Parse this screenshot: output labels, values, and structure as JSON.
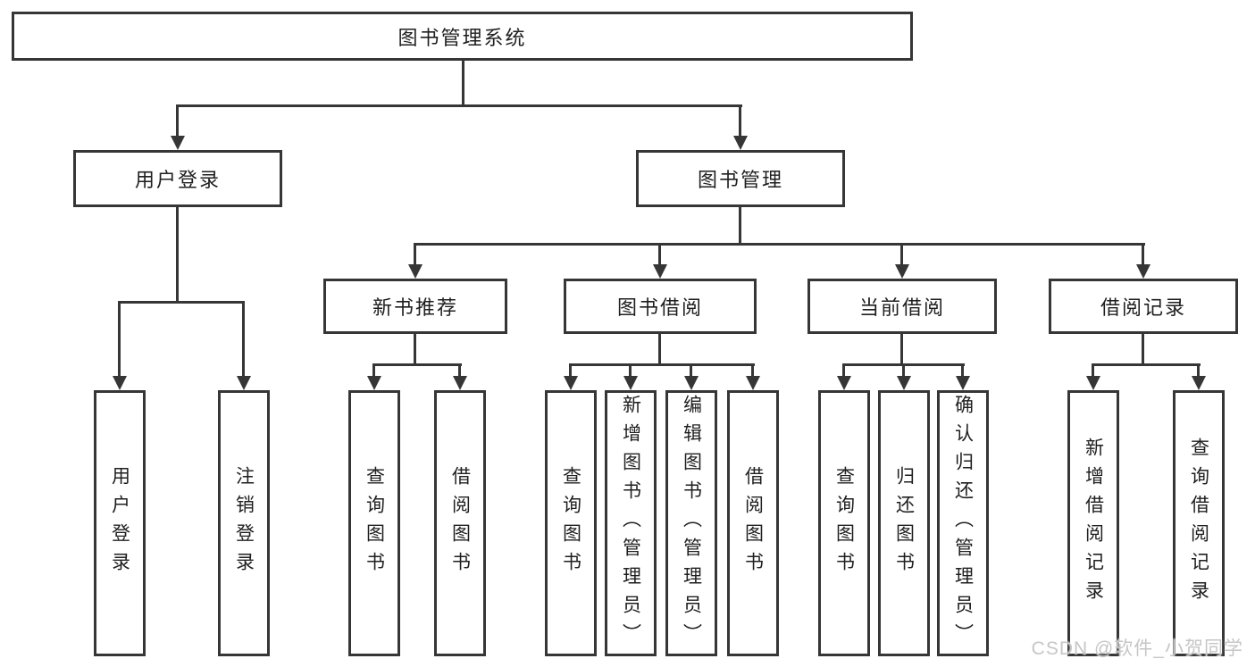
{
  "diagram": {
    "title": "图书管理系统",
    "tree": {
      "root": {
        "label": "图书管理系统"
      },
      "branches": [
        {
          "label": "用户登录",
          "children": [
            {
              "label": "用户登录"
            },
            {
              "label": "注销登录"
            }
          ]
        },
        {
          "label": "图书管理",
          "children": [
            {
              "label": "新书推荐",
              "children": [
                {
                  "label": "查询图书"
                },
                {
                  "label": "借阅图书"
                }
              ]
            },
            {
              "label": "图书借阅",
              "children": [
                {
                  "label": "查询图书"
                },
                {
                  "label": "新增图书（管理员）"
                },
                {
                  "label": "编辑图书（管理员）"
                },
                {
                  "label": "借阅图书"
                }
              ]
            },
            {
              "label": "当前借阅",
              "children": [
                {
                  "label": "查询图书"
                },
                {
                  "label": "归还图书"
                },
                {
                  "label": "确认归还（管理员）"
                }
              ]
            },
            {
              "label": "借阅记录",
              "children": [
                {
                  "label": "新增借阅记录"
                },
                {
                  "label": "查询借阅记录"
                }
              ]
            }
          ]
        }
      ]
    },
    "watermark": "CSDN @软件_小贺同学",
    "colors": {
      "line": "#363636",
      "text": "#1f1f1f",
      "watermark": "#c6c6c6",
      "background": "#ffffff"
    }
  }
}
